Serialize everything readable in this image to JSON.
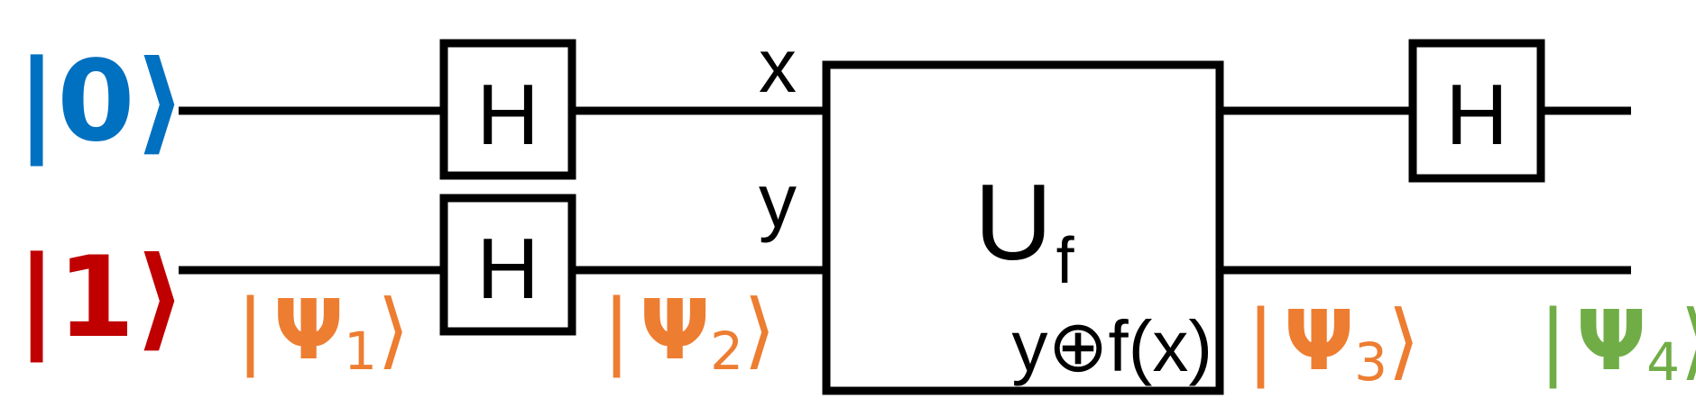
{
  "inputs": {
    "q0": {
      "text": "|0⟩",
      "color": "#0070C0"
    },
    "q1": {
      "text": "|1⟩",
      "color": "#C00000"
    }
  },
  "gates": {
    "h_top_left": "H",
    "h_bottom_left": "H",
    "h_top_right": "H",
    "oracle_main": "U",
    "oracle_sub": "f",
    "oracle_output": "y⊕f(x)"
  },
  "wire_labels": {
    "x": "x",
    "y": "y"
  },
  "states": {
    "psi1": {
      "bar": "|",
      "psi": "Ψ",
      "sub": "1",
      "close": "⟩",
      "color": "#ED7D31"
    },
    "psi2": {
      "bar": "|",
      "psi": "Ψ",
      "sub": "2",
      "close": "⟩",
      "color": "#ED7D31"
    },
    "psi3": {
      "bar": "|",
      "psi": "Ψ",
      "sub": "3",
      "close": "⟩",
      "color": "#ED7D31"
    },
    "psi4": {
      "bar": "|",
      "psi": "Ψ",
      "sub": "4",
      "close": "⟩",
      "color": "#70AD47"
    }
  }
}
